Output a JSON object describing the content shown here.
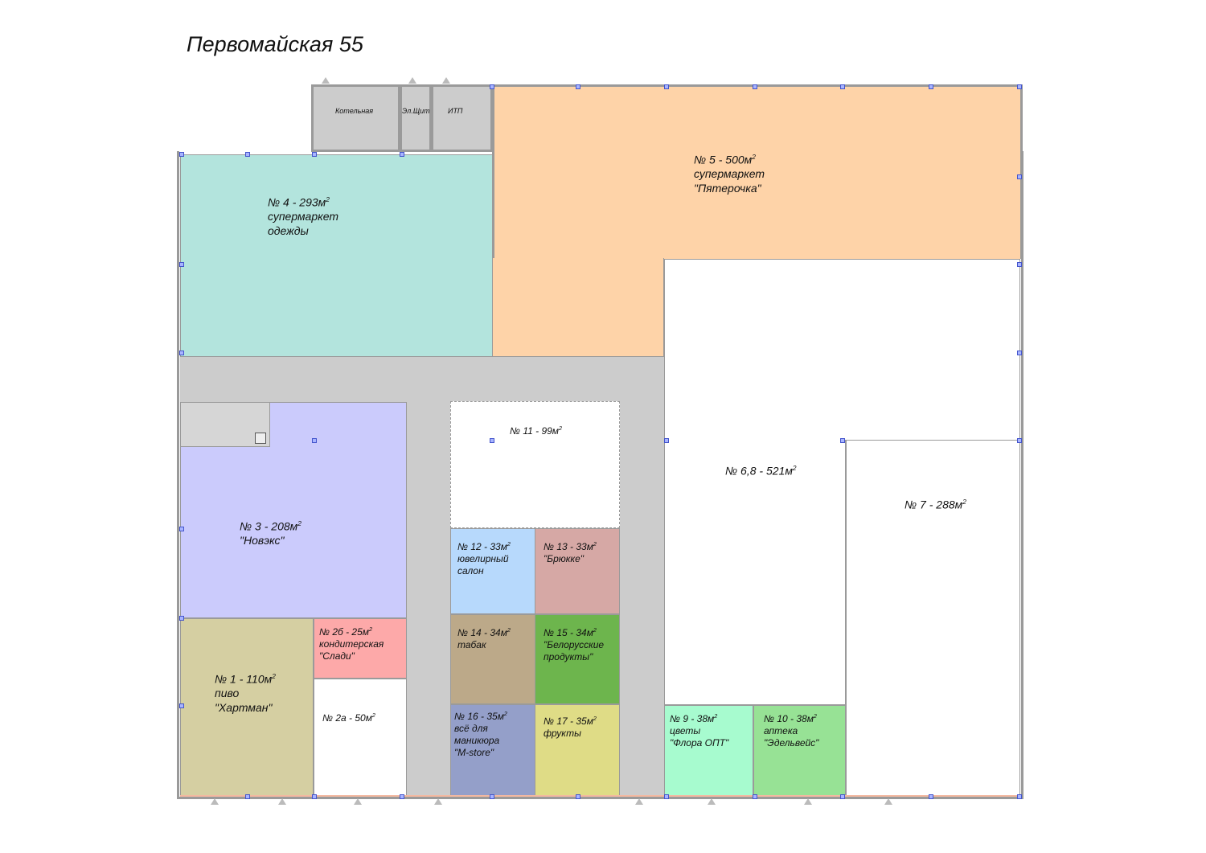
{
  "title": "Первомайская 55",
  "tech": {
    "boiler": "Котельная",
    "electric": "Эл.Щит",
    "itp": "ИТП"
  },
  "rooms": [
    {
      "id": "4",
      "head": "№ 4 - 293м",
      "sup": "2",
      "lines": [
        "супермаркет",
        "одежды"
      ],
      "color": "#b3e4dd"
    },
    {
      "id": "5",
      "head": "№ 5 - 500м",
      "sup": "2",
      "lines": [
        "супермаркет",
        "\"Пятерочка\""
      ],
      "color": "#fed3a8"
    },
    {
      "id": "68",
      "head": "№ 6,8 - 521м",
      "sup": "2",
      "lines": [],
      "color": "#ffffff"
    },
    {
      "id": "7",
      "head": "№ 7 - 288м",
      "sup": "2",
      "lines": [],
      "color": "#ffffff"
    },
    {
      "id": "11",
      "head": "№ 11 - 99м",
      "sup": "2",
      "lines": [],
      "color": "#ffffff"
    },
    {
      "id": "3",
      "head": "№ 3 - 208м",
      "sup": "2",
      "lines": [
        "\"Новэкс\""
      ],
      "color": "#cbcbfc"
    },
    {
      "id": "12",
      "head": "№ 12 - 33м",
      "sup": "2",
      "lines": [
        "ювелирный",
        "салон"
      ],
      "color": "#b7d9fc"
    },
    {
      "id": "13",
      "head": "№ 13 - 33м",
      "sup": "2",
      "lines": [
        "\"Брюкке\""
      ],
      "color": "#d6a8a5"
    },
    {
      "id": "1",
      "head": "№ 1 - 110м",
      "sup": "2",
      "lines": [
        "пиво",
        "\"Хартман\""
      ],
      "color": "#d5cfa2"
    },
    {
      "id": "2b",
      "head": "№ 2б - 25м",
      "sup": "2",
      "lines": [
        "кондитерская",
        "\"Слади\""
      ],
      "color": "#fda9a9"
    },
    {
      "id": "2a",
      "head": "№ 2а - 50м",
      "sup": "2",
      "lines": [],
      "color": "#ffffff"
    },
    {
      "id": "14",
      "head": "№ 14 - 34м",
      "sup": "2",
      "lines": [
        "табак"
      ],
      "color": "#bca989"
    },
    {
      "id": "15",
      "head": "№ 15 - 34м",
      "sup": "2",
      "lines": [
        "\"Белорусские",
        "продукты\""
      ],
      "color": "#6db54d"
    },
    {
      "id": "16",
      "head": "№ 16 - 35м",
      "sup": "2",
      "lines": [
        "всё для",
        "маникюра",
        "\"M-store\""
      ],
      "color": "#949fc9"
    },
    {
      "id": "17",
      "head": "№ 17 - 35м",
      "sup": "2",
      "lines": [
        "фрукты"
      ],
      "color": "#dfdc86"
    },
    {
      "id": "9",
      "head": "№ 9 - 38м",
      "sup": "2",
      "lines": [
        "цветы",
        "\"Флора ОПТ\""
      ],
      "color": "#a7fbcf"
    },
    {
      "id": "10",
      "head": "№ 10 - 38м",
      "sup": "2",
      "lines": [
        "аптека",
        "\"Эдельвейс\""
      ],
      "color": "#97e295"
    }
  ]
}
